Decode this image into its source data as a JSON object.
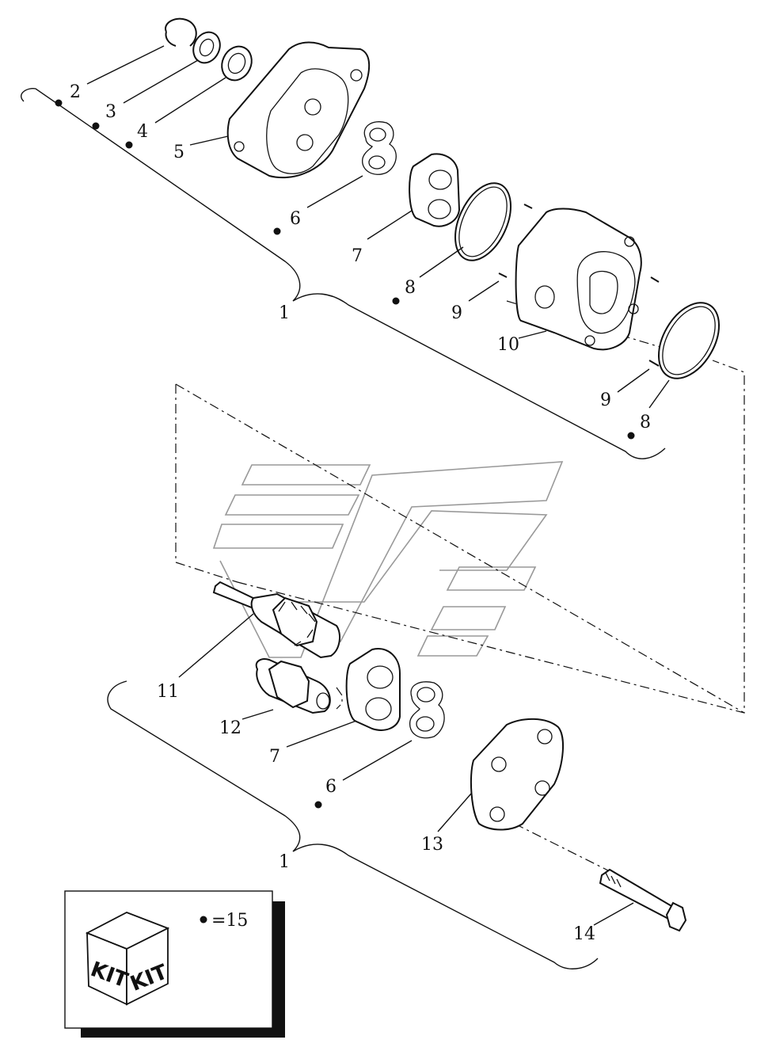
{
  "callouts": [
    {
      "id": "c2",
      "label": "2",
      "kit": true
    },
    {
      "id": "c3",
      "label": "3",
      "kit": true
    },
    {
      "id": "c4",
      "label": "4",
      "kit": true
    },
    {
      "id": "c5",
      "label": "5",
      "kit": false
    },
    {
      "id": "c6a",
      "label": "6",
      "kit": true
    },
    {
      "id": "c7a",
      "label": "7",
      "kit": false
    },
    {
      "id": "c8a",
      "label": "8",
      "kit": true
    },
    {
      "id": "c9a",
      "label": "9",
      "kit": false
    },
    {
      "id": "c10",
      "label": "10",
      "kit": false
    },
    {
      "id": "c9b",
      "label": "9",
      "kit": false
    },
    {
      "id": "c8b",
      "label": "8",
      "kit": true
    },
    {
      "id": "c1a",
      "label": "1",
      "kit": false
    },
    {
      "id": "c11",
      "label": "11",
      "kit": false
    },
    {
      "id": "c12",
      "label": "12",
      "kit": false
    },
    {
      "id": "c7b",
      "label": "7",
      "kit": false
    },
    {
      "id": "c6b",
      "label": "6",
      "kit": true
    },
    {
      "id": "c13",
      "label": "13",
      "kit": false
    },
    {
      "id": "c1b",
      "label": "1",
      "kit": false
    },
    {
      "id": "c14",
      "label": "14",
      "kit": false
    }
  ],
  "legend": {
    "kit_label_left": "KIT",
    "kit_label_right": "KIT",
    "dot_meaning": "=15"
  }
}
